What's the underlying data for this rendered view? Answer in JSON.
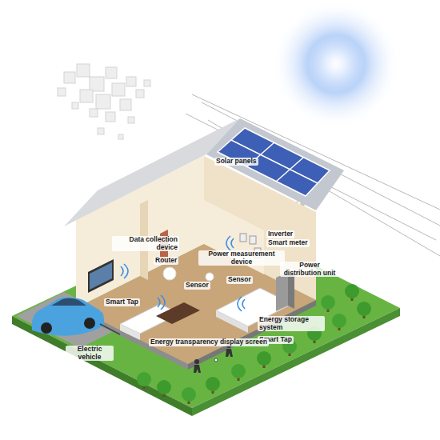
{
  "diagram": {
    "labels": [
      "Solar panels",
      "Data collection device",
      "Router",
      "Inverter",
      "Smart meter",
      "Power measurement device",
      "Power distribution unit",
      "Sensor",
      "Sensor",
      "Smart Tap",
      "Energy storage system",
      "Smart Tap",
      "Energy transparency display screen",
      "Electric vehicle"
    ]
  }
}
